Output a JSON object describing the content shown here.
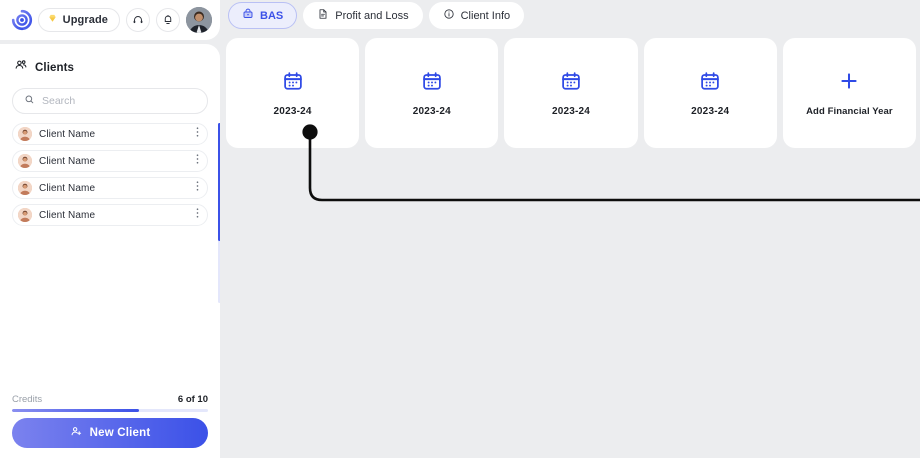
{
  "brand": {
    "logo_icon": "eye-circle-logo"
  },
  "topbar": {
    "upgrade_label": "Upgrade",
    "upgrade_icon": "diamond-icon",
    "support_icon": "headset-icon",
    "notification_icon": "bell-icon",
    "avatar_icon": "user-avatar"
  },
  "tabs": [
    {
      "label": "BAS",
      "icon": "document-lock-icon",
      "active": true
    },
    {
      "label": "Profit and Loss",
      "icon": "file-text-icon",
      "active": false
    },
    {
      "label": "Client Info",
      "icon": "info-circle-icon",
      "active": false
    }
  ],
  "sidebar": {
    "title": "Clients",
    "title_icon": "users-icon",
    "search": {
      "placeholder": "Search",
      "value": "",
      "icon": "search-icon"
    },
    "clients": [
      {
        "name": "Client Name",
        "menu_icon": "more-vertical-icon"
      },
      {
        "name": "Client Name",
        "menu_icon": "more-vertical-icon"
      },
      {
        "name": "Client Name",
        "menu_icon": "more-vertical-icon"
      },
      {
        "name": "Client Name",
        "menu_icon": "more-vertical-icon"
      }
    ],
    "credits": {
      "label": "Credits",
      "value": "6 of 10",
      "percent": 65
    },
    "new_client": {
      "label": "New Client",
      "icon": "user-plus-icon"
    }
  },
  "main": {
    "year_cards": [
      {
        "label": "2023-24",
        "icon": "calendar-icon"
      },
      {
        "label": "2023-24",
        "icon": "calendar-icon"
      },
      {
        "label": "2023-24",
        "icon": "calendar-icon"
      },
      {
        "label": "2023-24",
        "icon": "calendar-icon"
      }
    ],
    "add_card": {
      "label": "Add Financial Year",
      "icon": "plus-icon"
    },
    "connector": {
      "node_icon": "timeline-node-dot"
    }
  },
  "colors": {
    "accent": "#3b51e8",
    "accent_soft": "#eceefc",
    "background": "#ecedef",
    "surface": "#ffffff",
    "text": "#1d2026",
    "muted": "#9aa0a9"
  }
}
